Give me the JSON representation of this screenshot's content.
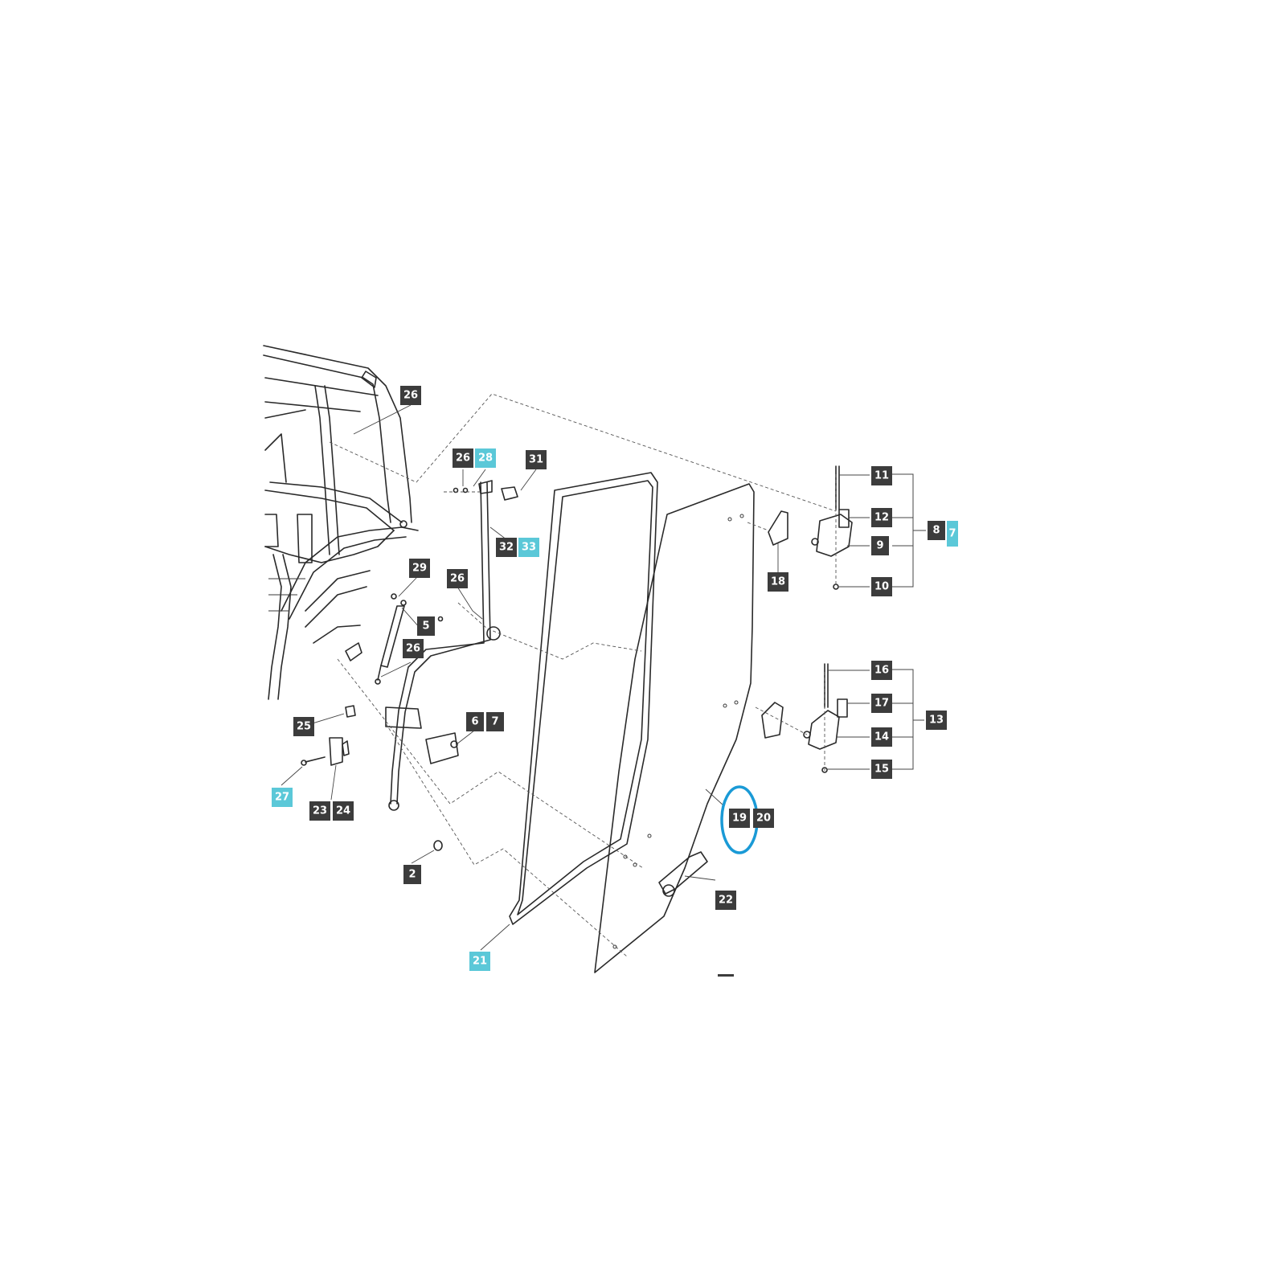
{
  "colors": {
    "label_dark": "#3c3c3c",
    "label_highlight": "#5bc8d8",
    "label_text": "#ffffff",
    "circle_highlight": "#1a9ad6"
  },
  "callouts": [
    {
      "id": "c26a",
      "text": "26",
      "style": "dark"
    },
    {
      "id": "c26b",
      "text": "26",
      "style": "dark"
    },
    {
      "id": "c28",
      "text": "28",
      "style": "highlight"
    },
    {
      "id": "c31",
      "text": "31",
      "style": "dark"
    },
    {
      "id": "c32",
      "text": "32",
      "style": "dark"
    },
    {
      "id": "c33",
      "text": "33",
      "style": "highlight"
    },
    {
      "id": "c29",
      "text": "29",
      "style": "dark"
    },
    {
      "id": "c26c",
      "text": "26",
      "style": "dark"
    },
    {
      "id": "c5",
      "text": "5",
      "style": "dark"
    },
    {
      "id": "c26d",
      "text": "26",
      "style": "dark"
    },
    {
      "id": "c25",
      "text": "25",
      "style": "dark"
    },
    {
      "id": "c6",
      "text": "6",
      "style": "dark"
    },
    {
      "id": "c7a",
      "text": "7",
      "style": "dark"
    },
    {
      "id": "c27",
      "text": "27",
      "style": "highlight"
    },
    {
      "id": "c23",
      "text": "23",
      "style": "dark"
    },
    {
      "id": "c24",
      "text": "24",
      "style": "dark"
    },
    {
      "id": "c2",
      "text": "2",
      "style": "dark"
    },
    {
      "id": "c21",
      "text": "21",
      "style": "highlight"
    },
    {
      "id": "c11",
      "text": "11",
      "style": "dark"
    },
    {
      "id": "c12",
      "text": "12",
      "style": "dark"
    },
    {
      "id": "c9",
      "text": "9",
      "style": "dark"
    },
    {
      "id": "c10",
      "text": "10",
      "style": "dark"
    },
    {
      "id": "c8",
      "text": "8",
      "style": "dark"
    },
    {
      "id": "c7b",
      "text": "7",
      "style": "highlight"
    },
    {
      "id": "c18",
      "text": "18",
      "style": "dark"
    },
    {
      "id": "c16",
      "text": "16",
      "style": "dark"
    },
    {
      "id": "c17",
      "text": "17",
      "style": "dark"
    },
    {
      "id": "c13",
      "text": "13",
      "style": "dark"
    },
    {
      "id": "c14",
      "text": "14",
      "style": "dark"
    },
    {
      "id": "c15",
      "text": "15",
      "style": "dark"
    },
    {
      "id": "c19",
      "text": "19",
      "style": "dark"
    },
    {
      "id": "c20",
      "text": "20",
      "style": "dark"
    },
    {
      "id": "c22",
      "text": "22",
      "style": "dark"
    }
  ]
}
